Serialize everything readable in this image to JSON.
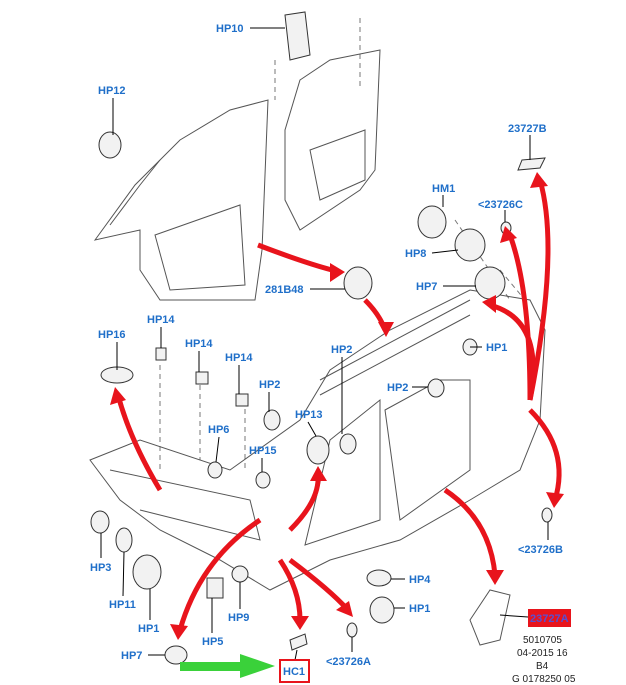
{
  "labels": {
    "hp10": "HP10",
    "hp12": "HP12",
    "c23727b": "23727B",
    "hm1": "HM1",
    "c23726c": "<23726C",
    "hp8": "HP8",
    "c281b48": "281B48",
    "hp7_top": "HP7",
    "hp16": "HP16",
    "hp14_a": "HP14",
    "hp14_b": "HP14",
    "hp14_c": "HP14",
    "hp2_a": "HP2",
    "hp2_b": "HP2",
    "hp2_c": "HP2",
    "hp1_a": "HP1",
    "hp13": "HP13",
    "hp6": "HP6",
    "hp15": "HP15",
    "hp3": "HP3",
    "hp11": "HP11",
    "hp1_b": "HP1",
    "hp5": "HP5",
    "hp9": "HP9",
    "hp4": "HP4",
    "hp1_c": "HP1",
    "hp7_bottom": "HP7",
    "hc1": "HC1",
    "c23726a": "<23726A",
    "c23726b": "<23726B",
    "c23727a": "23727A"
  },
  "footer": {
    "line1": "5010705",
    "line2": "04-2015 16",
    "line3": "B4",
    "line4": "G 0178250 05"
  },
  "colors": {
    "label": "#1f6fc9",
    "arrow_red": "#e8141c",
    "arrow_green": "#3ad13a",
    "highlight_box": "#e8141c"
  }
}
